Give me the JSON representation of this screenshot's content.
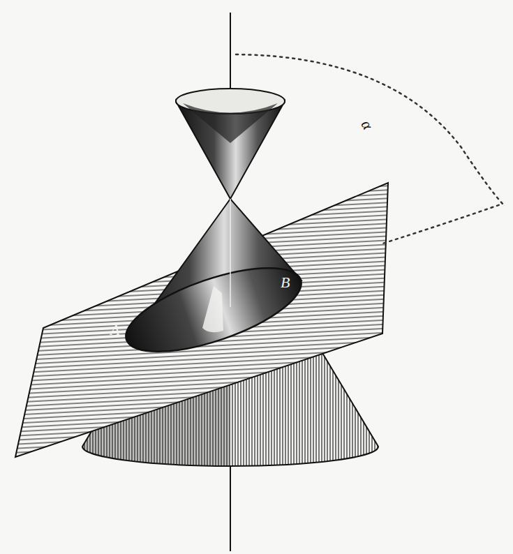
{
  "diagram": {
    "labels": [
      "A",
      "B",
      "α"
    ]
  }
}
